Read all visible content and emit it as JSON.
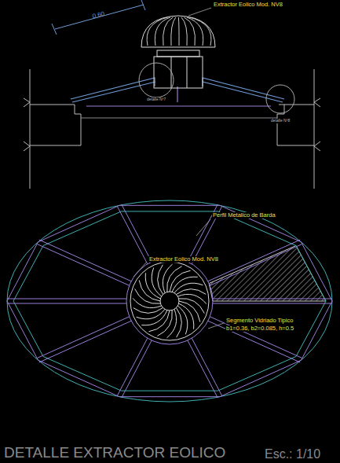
{
  "diagram": {
    "title": "DETALLE EXTRACTOR EOLICO",
    "labels": [
      "Extractor Eolico Mod. NV8",
      "0.60",
      "detalle Nº7",
      "detalle Nº8",
      "Perfil Metalico de Barda",
      "Extractor Eolico Mod. NV8",
      "Segmento Vidriado Tipico",
      "b1=0.36, b2=0.085, h=0.5",
      "Esc.: 1/10"
    ]
  }
}
